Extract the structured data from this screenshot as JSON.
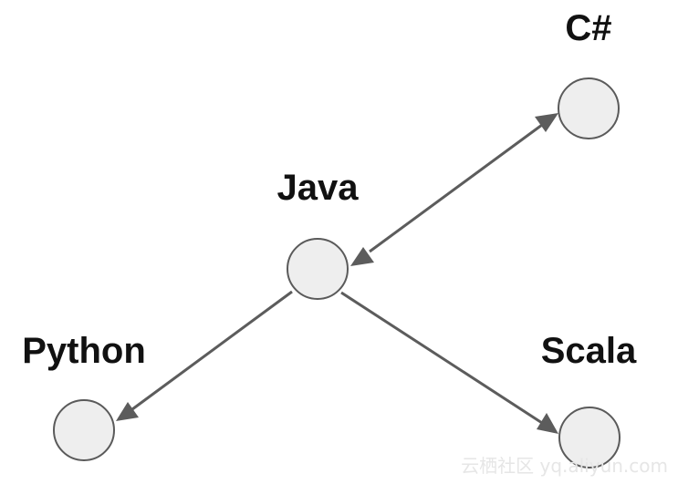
{
  "nodes": [
    {
      "id": "csharp",
      "label": "C#"
    },
    {
      "id": "java",
      "label": "Java"
    },
    {
      "id": "python",
      "label": "Python"
    },
    {
      "id": "scala",
      "label": "Scala"
    }
  ],
  "edges": [
    {
      "from": "java",
      "to": "csharp",
      "direction": "both"
    },
    {
      "from": "java",
      "to": "python",
      "direction": "forward"
    },
    {
      "from": "java",
      "to": "scala",
      "direction": "forward"
    }
  ],
  "watermark": "云栖社区 yq.aliyun.com",
  "colors": {
    "node_fill": "#eeeeee",
    "node_stroke": "#5a5a5a",
    "edge": "#5c5c5c",
    "label": "#111111"
  }
}
